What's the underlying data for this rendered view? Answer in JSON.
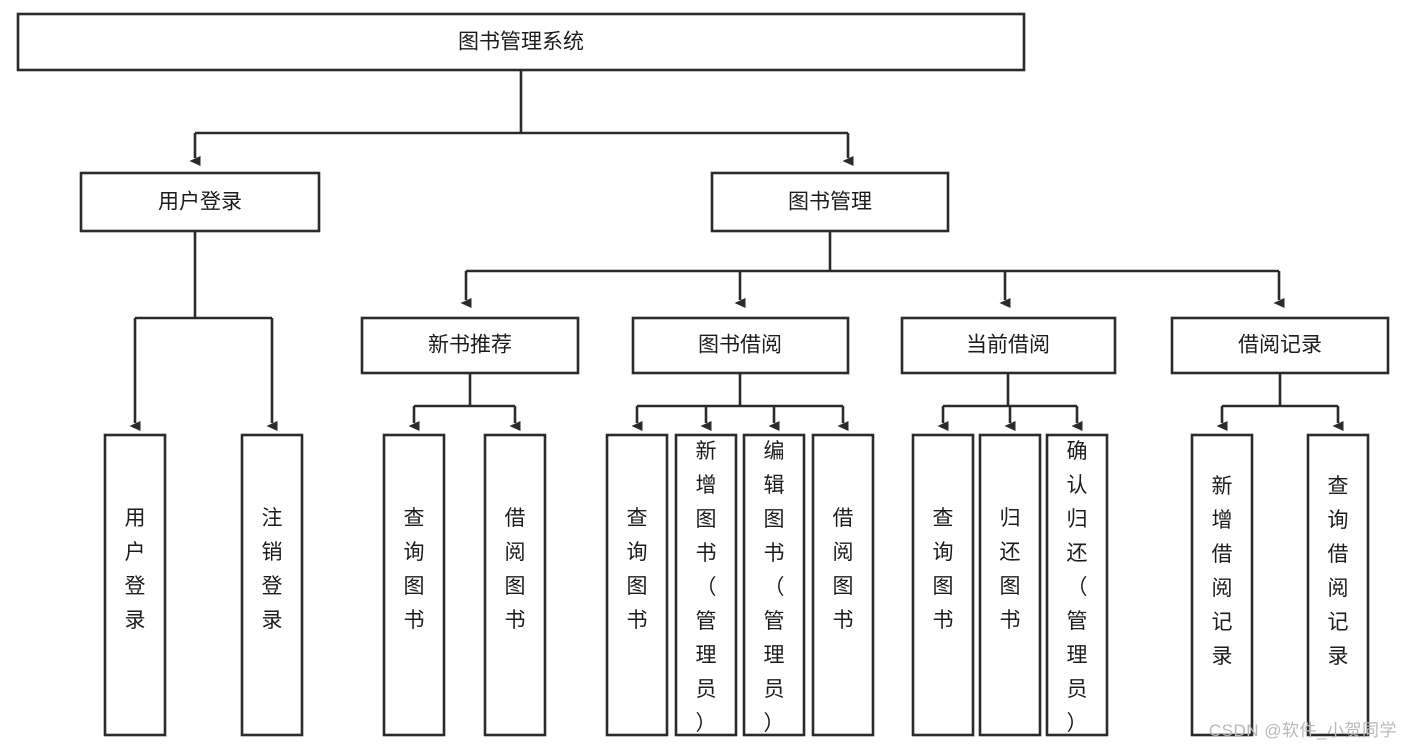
{
  "diagram": {
    "type": "tree",
    "orientation": "top-down",
    "title": "图书管理系统",
    "root": {
      "id": "root",
      "label": "图书管理系统"
    },
    "level2": [
      {
        "id": "user-login",
        "label": "用户登录"
      },
      {
        "id": "book-management",
        "label": "图书管理"
      }
    ],
    "level3": [
      {
        "id": "new-book-recommend",
        "label": "新书推荐",
        "parent": "book-management"
      },
      {
        "id": "book-borrow",
        "label": "图书借阅",
        "parent": "book-management"
      },
      {
        "id": "current-borrow",
        "label": "当前借阅",
        "parent": "book-management"
      },
      {
        "id": "borrow-record",
        "label": "借阅记录",
        "parent": "book-management"
      }
    ],
    "leaves": [
      {
        "id": "leaf-user-login",
        "label": "用户登录",
        "parent": "user-login"
      },
      {
        "id": "leaf-logout",
        "label": "注销登录",
        "parent": "user-login"
      },
      {
        "id": "leaf-query-book-1",
        "label": "查询图书",
        "parent": "new-book-recommend"
      },
      {
        "id": "leaf-borrow-book-1",
        "label": "借阅图书",
        "parent": "new-book-recommend"
      },
      {
        "id": "leaf-query-book-2",
        "label": "查询图书",
        "parent": "book-borrow"
      },
      {
        "id": "leaf-add-book",
        "label": "新增图书（管理员）",
        "parent": "book-borrow"
      },
      {
        "id": "leaf-edit-book",
        "label": "编辑图书（管理员）",
        "parent": "book-borrow"
      },
      {
        "id": "leaf-borrow-book-2",
        "label": "借阅图书",
        "parent": "book-borrow"
      },
      {
        "id": "leaf-query-book-3",
        "label": "查询图书",
        "parent": "current-borrow"
      },
      {
        "id": "leaf-return-book",
        "label": "归还图书",
        "parent": "current-borrow"
      },
      {
        "id": "leaf-confirm-return",
        "label": "确认归还（管理员）",
        "parent": "current-borrow"
      },
      {
        "id": "leaf-add-record",
        "label": "新增借阅记录",
        "parent": "borrow-record"
      },
      {
        "id": "leaf-query-record",
        "label": "查询借阅记录",
        "parent": "borrow-record"
      }
    ]
  },
  "watermark": {
    "text": "CSDN @软件_小贺同学",
    "color": "#b9b9b9"
  },
  "colors": {
    "stroke": "#2b2b2b",
    "fill": "#ffffff",
    "text": "#1c1c1c",
    "background": "#ffffff"
  }
}
